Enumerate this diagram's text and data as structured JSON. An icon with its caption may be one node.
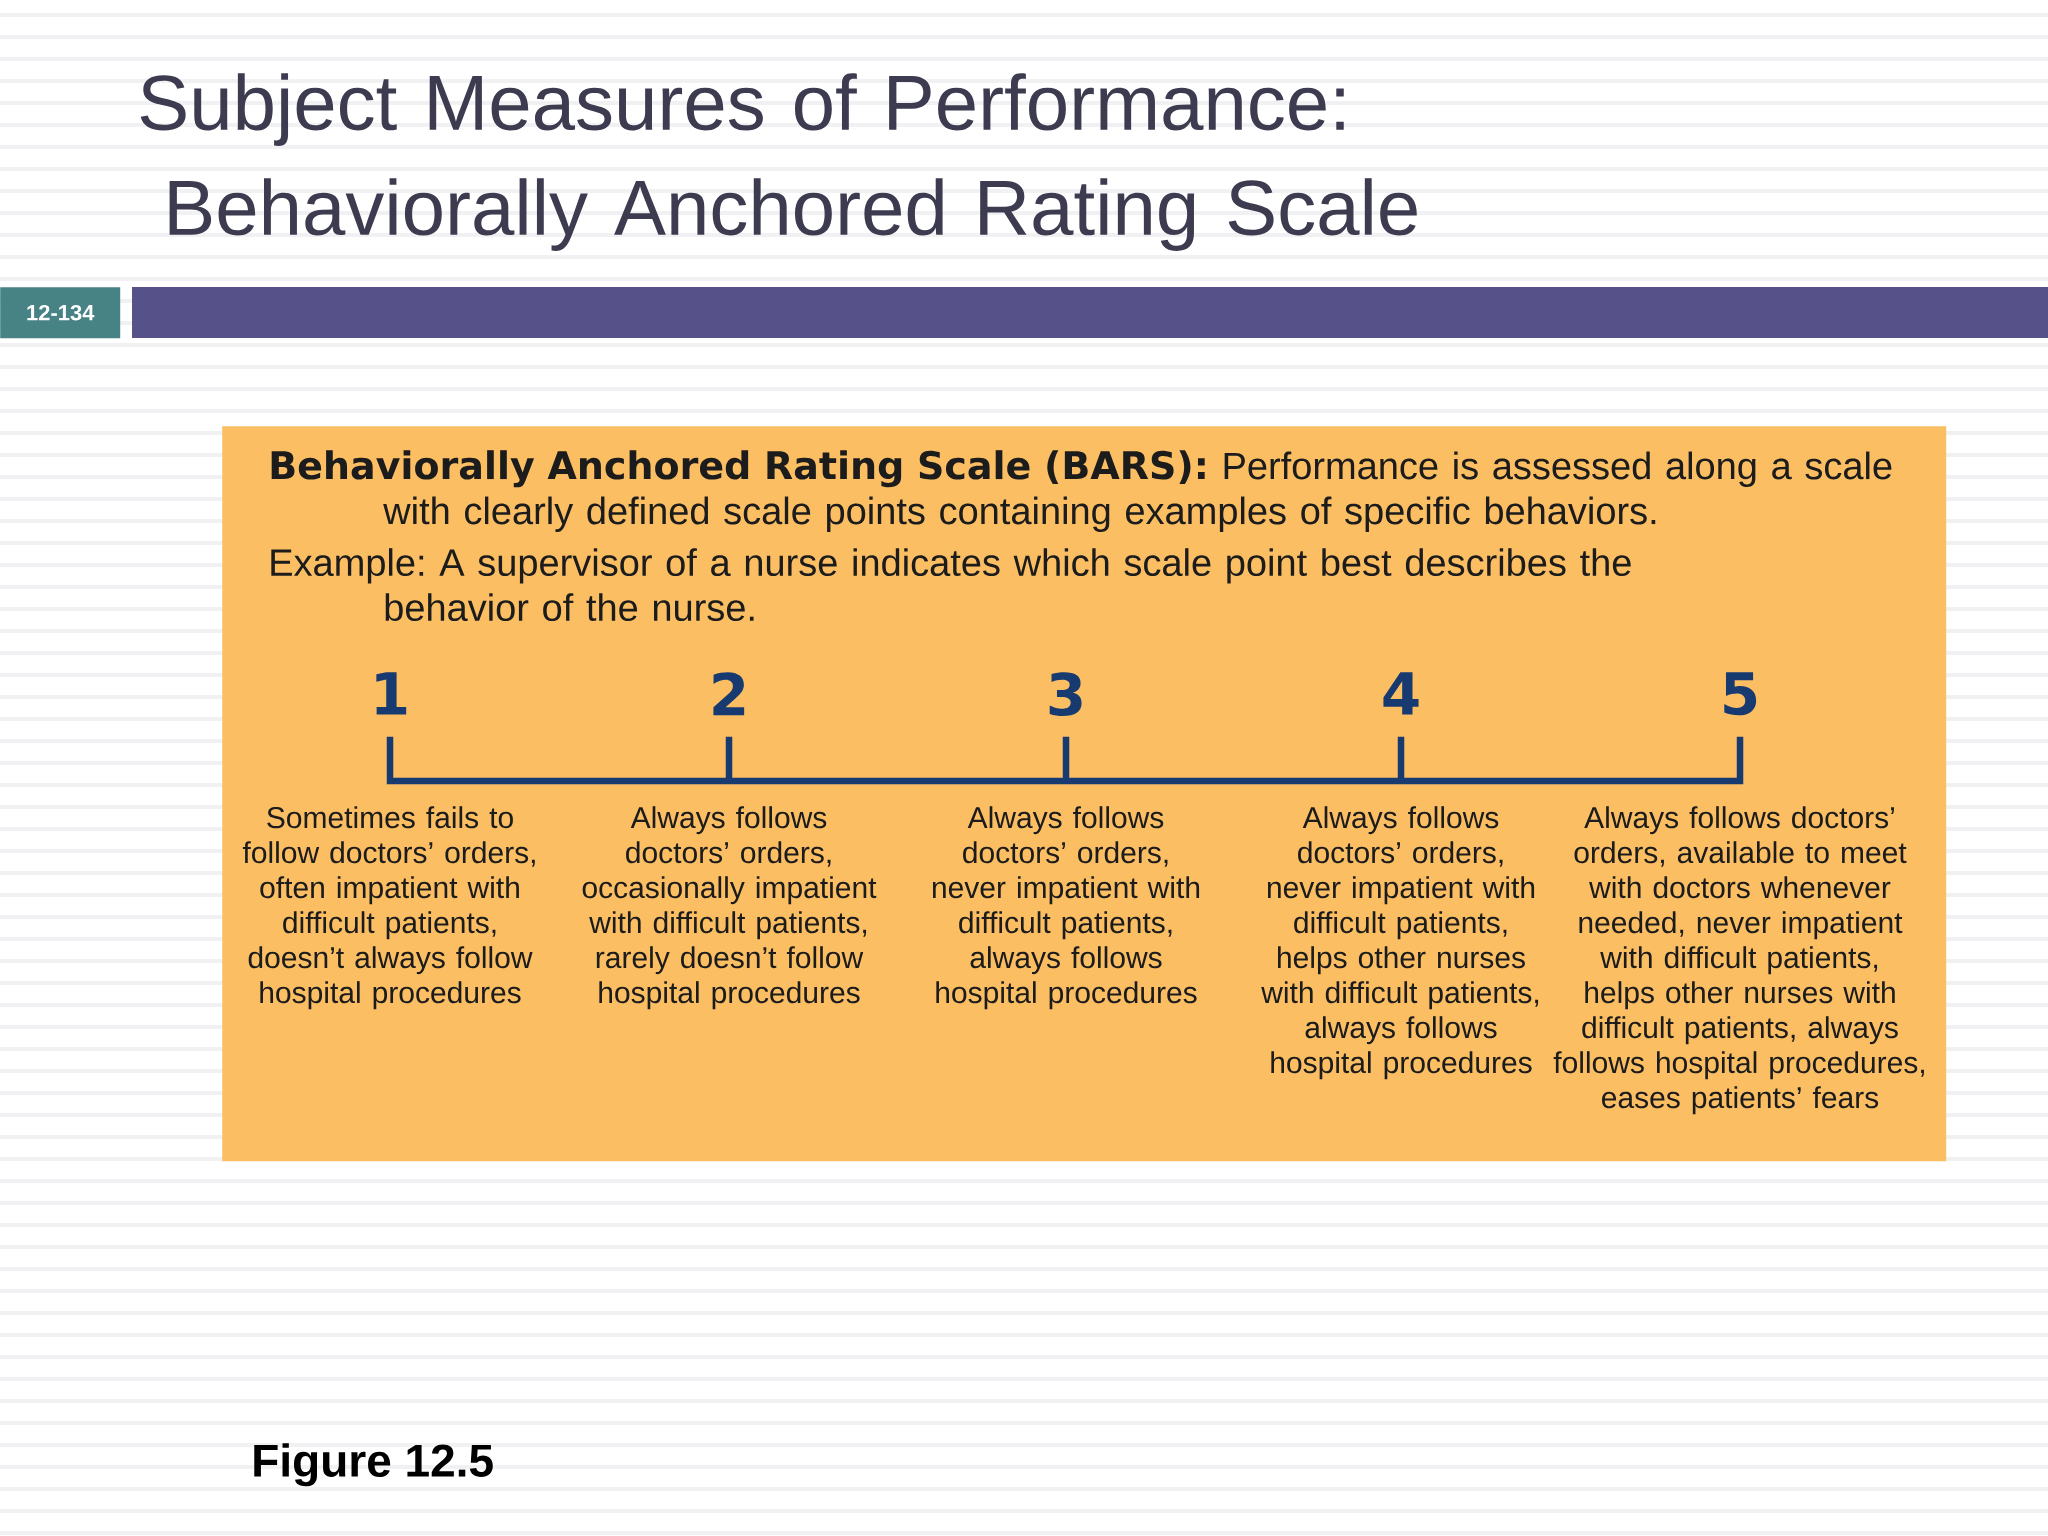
{
  "diagram": {
    "title": "Subject Measures of Performance: Behaviorally Anchored Rating Scale",
    "caption": "Figure 12.5",
    "nodes": [
      {
        "text": [
          "12-134"
        ]
      },
      {
        "text": [
          "**Behaviorally Anchored Rating Scale (BARS):** Performance is assessed along a scale with clearly defined scale points containing examples of specific behaviors.",
          "Example: A supervisor of a nurse indicates which scale point best describes the behavior of the nurse."
        ]
      }
    ],
    "labels": [
      "1",
      "2",
      "3",
      "4",
      "5",
      "Sometimes fails to follow doctors’ orders, often impatient with difficult patients, doesn’t always follow hospital procedures",
      "Always follows doctors’ orders, occasionally impatient with difficult patients, rarely doesn’t follow hospital procedures",
      "Always follows doctors’ orders, never impatient with difficult patients, always follows hospital procedures",
      "Always follows doctors’ orders, never impatient with difficult patients, helps other nurses with difficult patients, always follows hospital procedures",
      "Always follows doctors’ orders, available to meet with doctors whenever needed, never impatient with difficult patients, helps other nurses with difficult patients, always follows hospital procedures, eases patients’ fears"
    ]
  }
}
